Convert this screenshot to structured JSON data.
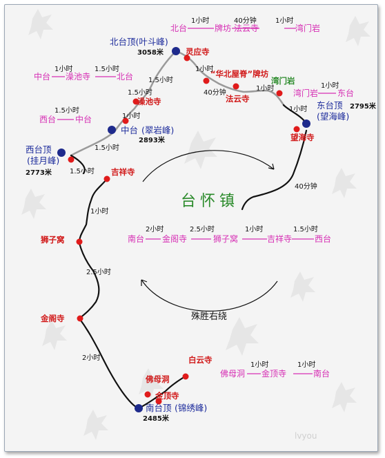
{
  "title": {
    "text": "台怀镇",
    "color": "#2a8a2a"
  },
  "center_caption": "殊胜右绕",
  "colors": {
    "route_gray": "#9a9a9a",
    "route_black": "#111111",
    "peak_dot": "#1e2a8c",
    "site_dot": "#e01b1b",
    "pink_label": "#d62fb4",
    "red_label": "#d11a1a",
    "peak_label": "#1b2a9b"
  },
  "peaks": [
    {
      "id": "north",
      "name": "北台顶(叶斗峰)",
      "elev": "3058米"
    },
    {
      "id": "central",
      "name": "中台",
      "sub": "(翠岩峰)",
      "elev": "2893米"
    },
    {
      "id": "west",
      "name": "西台顶",
      "sub": "(挂月峰)",
      "elev": "2773米"
    },
    {
      "id": "east",
      "name": "东台顶",
      "sub": "(望海峰)",
      "elev": "2795米"
    },
    {
      "id": "south",
      "name": "南台顶",
      "sub": "(锦绣峰)",
      "elev": "2485米"
    }
  ],
  "sites": {
    "lingying": "灵应寺",
    "huabei": "“华北屋脊”牌坊",
    "fayun": "法云寺",
    "wanmen": "湾门岩",
    "zaochi": "澡池寺",
    "wanghai": "望海寺",
    "jixiang": "吉祥寺",
    "shizi": "狮子窝",
    "jinge": "金阁寺",
    "fomu": "佛母洞",
    "jinding": "金顶寺",
    "baiyun": "白云寺"
  },
  "segment_times": {
    "north_lingying": "1小时",
    "lingying_huabei": "1.5小时",
    "huabei_fayun": "40分钟",
    "fayun_wanmen": "1小时",
    "wanmen_east": "1小时",
    "north_zaochi": "1.5小时",
    "zaochi_central": "1小时",
    "central_west": "1.5小时",
    "west_jixiang": "1.5小时",
    "jixiang_shizi": "1小时",
    "shizi_jinge": "2.5小时",
    "jinge_south": "2小时",
    "east_town": "40分钟"
  },
  "routes": [
    {
      "stops": [
        "北台",
        "牌坊",
        "法云寺",
        "湾门岩"
      ],
      "times": [
        "1小时",
        "40分钟",
        "1小时"
      ]
    },
    {
      "stops": [
        "中台",
        "澡池寺",
        "北台"
      ],
      "times": [
        "1小时",
        "1.5小时"
      ]
    },
    {
      "stops": [
        "西台",
        "中台"
      ],
      "times": [
        "1.5小时"
      ]
    },
    {
      "stops": [
        "湾门岩",
        "东台"
      ],
      "times": [
        "1小时"
      ]
    },
    {
      "stops": [
        "南台",
        "金阁寺",
        "狮子窝",
        "吉祥寺",
        "西台"
      ],
      "times": [
        "2小时",
        "2.5小时",
        "1小时",
        "1.5小时"
      ]
    },
    {
      "stops": [
        "佛母洞",
        "金顶寺",
        "南台"
      ],
      "times": [
        "1小时",
        "1小时"
      ]
    }
  ],
  "watermark": "lvyou"
}
